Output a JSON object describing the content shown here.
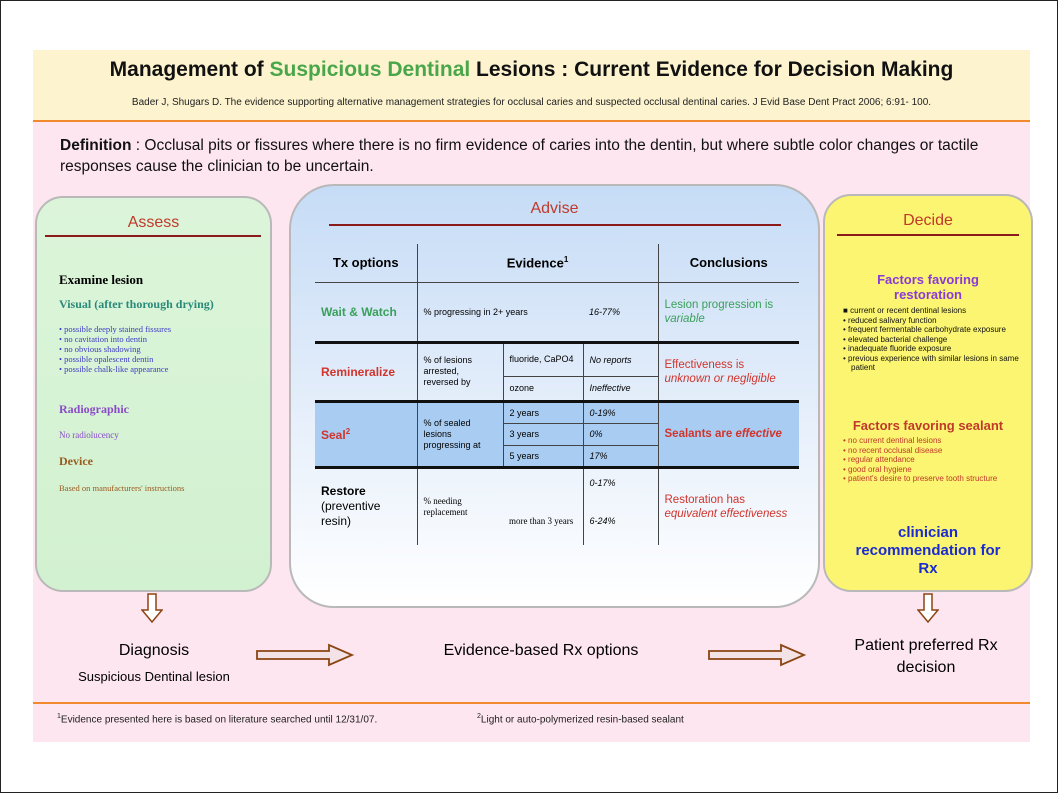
{
  "header": {
    "title_part1": "Management of ",
    "title_highlight": "Suspicious Dentinal",
    "title_part2": " Lesions :  Current Evidence for Decision Making",
    "citation": "Bader J, Shugars D. The evidence supporting alternative management strategies for occlusal caries and suspected occlusal dentinal caries. J Evid Base Dent Pract 2006; 6:91- 100."
  },
  "definition": {
    "label": "Definition",
    "text": " : Occlusal pits or fissures where there is no firm evidence of caries into the dentin, but where subtle color changes or tactile responses cause the clinician to be uncertain."
  },
  "assess": {
    "heading": "Assess",
    "examine": "Examine lesion",
    "visual_heading": "Visual (after thorough drying)",
    "visual_items": [
      "possible deeply stained fissures",
      "no cavitation into dentin",
      "no obvious shadowing",
      "possible opalescent dentin",
      "possible chalk-like appearance"
    ],
    "radiographic_heading": "Radiographic",
    "radiographic_text": "No radiolucency",
    "device_heading": "Device",
    "device_text": "Based on manufacturers' instructions"
  },
  "advise": {
    "heading": "Advise",
    "col_tx": "Tx options",
    "col_evidence": "Evidence",
    "col_evidence_sup": "1",
    "col_conclusions": "Conclusions",
    "wait": {
      "name": "Wait & Watch",
      "measure": "% progressing in 2+ years",
      "value": "16-77%",
      "conclusion_a": "Lesion progression is ",
      "conclusion_b": "variable"
    },
    "remin": {
      "name": "Remineralize",
      "measure": "% of lesions arrested, reversed by",
      "agent1": "fluoride, CaPO4",
      "value1": "No reports",
      "agent2": "ozone",
      "value2": "Ineffective",
      "conclusion_a": "Effectiveness is ",
      "conclusion_b": "unknown or negligible"
    },
    "seal": {
      "name": "Seal",
      "sup": "2",
      "measure": "% of sealed lesions progressing at",
      "period1": "2 years",
      "value1": "0-19%",
      "period2": "3 years",
      "value2": "0%",
      "period3": "5 years",
      "value3": "17%",
      "conclusion_a": "Sealants are ",
      "conclusion_b": "effective"
    },
    "restore": {
      "name": "Restore",
      "sub": "(preventive resin)",
      "measure": "% needing replacement",
      "period1": "",
      "value1": "0-17%",
      "period2": "more than 3 years",
      "value2": "6-24%",
      "conclusion_a": "Restoration has ",
      "conclusion_b": "equivalent effectiveness"
    }
  },
  "decide": {
    "heading": "Decide",
    "restoration_title": "Factors favoring restoration",
    "restoration_items": [
      "current or recent dentinal lesions",
      "reduced salivary function",
      "frequent fermentable carbohydrate exposure",
      "elevated bacterial challenge",
      "inadequate fluoride exposure",
      "previous experience with similar lesions in same patient"
    ],
    "sealant_title": "Factors favoring sealant",
    "sealant_items": [
      "no current dentinal lesions",
      "no recent occlusal disease",
      "regular attendance",
      "good oral hygiene",
      "patient's desire to preserve tooth structure"
    ],
    "recommendation": "clinician recommendation for Rx"
  },
  "flow": {
    "diagnosis": "Diagnosis",
    "diagnosis_sub": "Suspicious Dentinal lesion",
    "evidence": "Evidence-based Rx options",
    "patient": "Patient preferred Rx decision"
  },
  "footnotes": {
    "note1_sup": "1",
    "note1": "Evidence presented here is based on literature searched until 12/31/07.",
    "note2_sup": "2",
    "note2": "Light or auto-polymerized resin-based sealant"
  },
  "colors": {
    "header_bg": "#fdf4cf",
    "slide_bg": "#fde6ef",
    "orange_rule": "#f08a2c",
    "panel_heading": "#c0392b",
    "assess_bg": "#d6f3d4",
    "decide_bg": "#fbf571",
    "seal_row": "#a9cdf2",
    "green_text": "#3aa05a"
  }
}
